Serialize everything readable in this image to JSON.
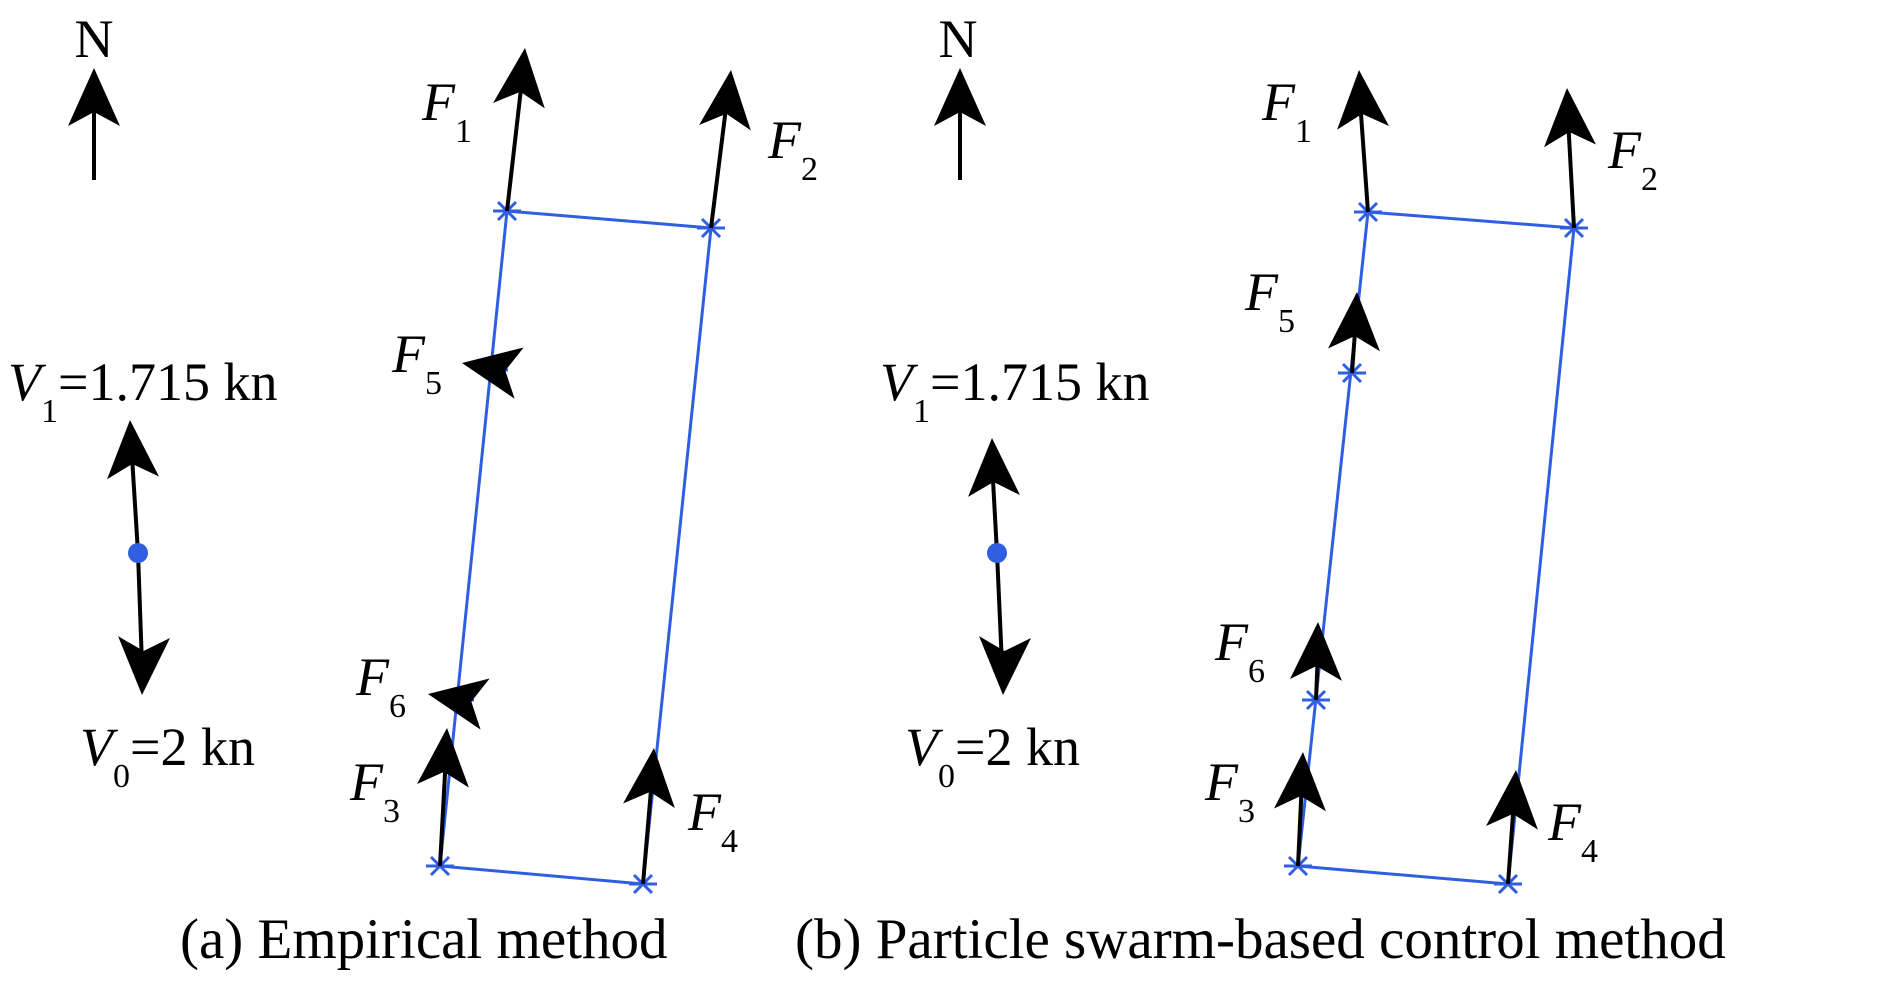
{
  "compass": {
    "label": "N"
  },
  "panels": [
    {
      "caption": "(a) Empirical method",
      "speed_v1": {
        "symbol": "V",
        "subscript": "1",
        "value": "=1.715 kn"
      },
      "speed_v0": {
        "symbol": "V",
        "subscript": "0",
        "value": "=2 kn"
      },
      "forces": [
        {
          "symbol": "F",
          "subscript": "1"
        },
        {
          "symbol": "F",
          "subscript": "2"
        },
        {
          "symbol": "F",
          "subscript": "5"
        },
        {
          "symbol": "F",
          "subscript": "6"
        },
        {
          "symbol": "F",
          "subscript": "3"
        },
        {
          "symbol": "F",
          "subscript": "4"
        }
      ]
    },
    {
      "caption": "(b) Particle swarm-based control method",
      "speed_v1": {
        "symbol": "V",
        "subscript": "1",
        "value": "=1.715 kn"
      },
      "speed_v0": {
        "symbol": "V",
        "subscript": "0",
        "value": "=2 kn"
      },
      "forces": [
        {
          "symbol": "F",
          "subscript": "1"
        },
        {
          "symbol": "F",
          "subscript": "2"
        },
        {
          "symbol": "F",
          "subscript": "5"
        },
        {
          "symbol": "F",
          "subscript": "6"
        },
        {
          "symbol": "F",
          "subscript": "3"
        },
        {
          "symbol": "F",
          "subscript": "4"
        }
      ]
    }
  ],
  "colors": {
    "frame": "#2f5fe0",
    "arrow": "#000000",
    "text": "#000000",
    "background": "#ffffff"
  }
}
